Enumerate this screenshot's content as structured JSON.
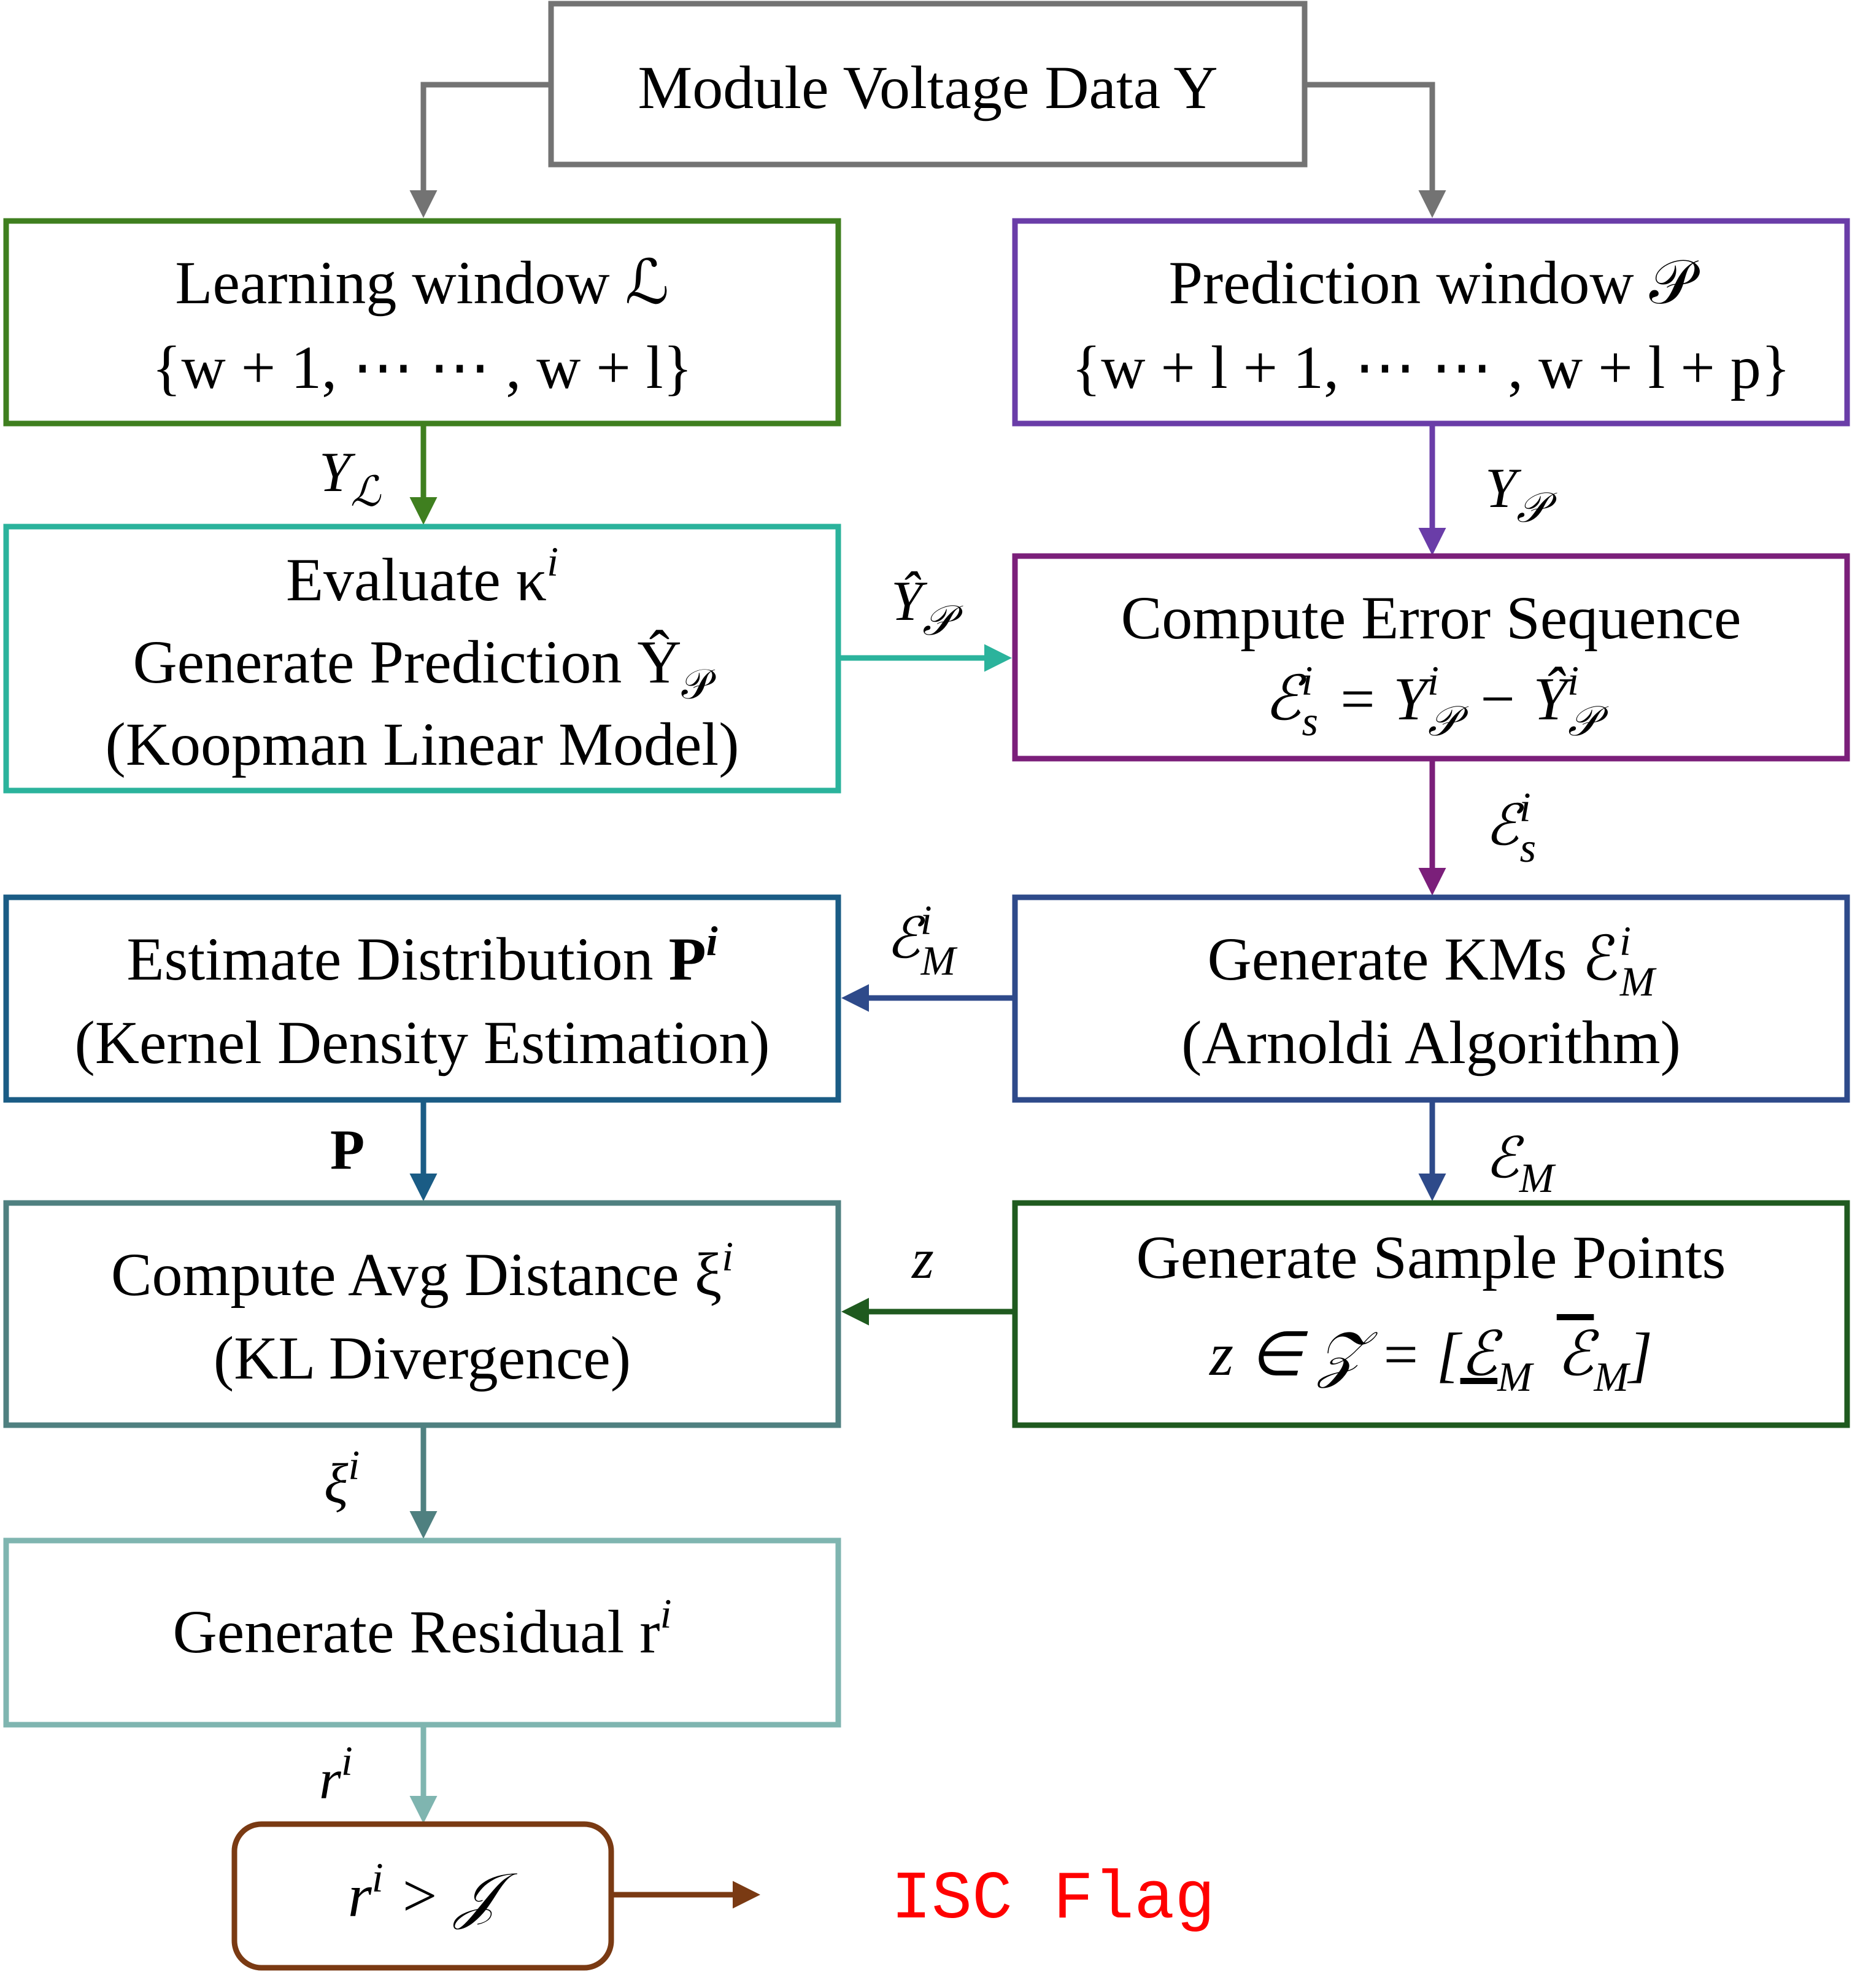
{
  "colors": {
    "gray": "#737373",
    "green": "#3f7f1f",
    "purple": "#6a3da8",
    "teal": "#2bb39c",
    "magenta": "#7b1f7a",
    "navy": "#2e4a8a",
    "blue": "#1a5c85",
    "deep_green": "#1f5a1f",
    "slate": "#4f8080",
    "light_teal": "#7fb5b0",
    "brown": "#7a3a13",
    "red": "#ff0000"
  },
  "nodes": {
    "module_voltage": {
      "line1": "Module Voltage Data Y"
    },
    "learning_window": {
      "line1": "Learning window ℒ",
      "line2": "{w + 1, ⋯ ⋯ , w + l}"
    },
    "prediction_window": {
      "line1": "Prediction window 𝒫",
      "line2": "{w + l + 1, ⋯ ⋯ , w + l + p}"
    },
    "evaluate": {
      "line1": "Evaluate κ",
      "line1_sup": "i",
      "line2": "Generate Prediction Ŷ",
      "line2_sub": "𝒫",
      "line3": "(Koopman Linear Model)"
    },
    "error_sequence": {
      "line1": "Compute Error Sequence",
      "line2": "ℰ",
      "line2_sup": "i",
      "line2_sub": "s",
      "line2_rest": "=  Y",
      "line2_rest_sup": "i",
      "line2_rest_sub": "𝒫",
      "line2_tail": "−  Ŷ",
      "line2_tail_sup": "i",
      "line2_tail_sub": "𝒫"
    },
    "estimate_distribution": {
      "line1": "Estimate Distribution ",
      "line1_bold": "P",
      "line1_sup": "i",
      "line2": "(Kernel Density Estimation)"
    },
    "generate_kms": {
      "line1": "Generate KMs ℰ",
      "line1_sup": "i",
      "line1_sub": "M",
      "line2": "(Arnoldi Algorithm)"
    },
    "avg_distance": {
      "line1": "Compute  Avg Distance ξ",
      "line1_sup": "i",
      "line2": "(KL Divergence)"
    },
    "sample_points": {
      "line1": "Generate Sample Points",
      "line2": "z ∈ 𝒵 = [",
      "line2_a": "ℰ",
      "line2_a_sub": "M",
      "line2_b": "ℰ",
      "line2_b_sub": "M",
      "line2_end": "]"
    },
    "residual": {
      "line1": "Generate Residual   r",
      "line1_sup": "i"
    },
    "threshold": {
      "line1": "r",
      "line1_sup": "i",
      "line1_rest": " > 𝒥"
    }
  },
  "edges": {
    "y_l": {
      "main": "Y",
      "sub": "ℒ"
    },
    "y_p": {
      "main": "Y",
      "sub": "𝒫"
    },
    "yhat_p": {
      "main": "Ŷ",
      "sub": "𝒫"
    },
    "eps_s": {
      "main": "ℰ",
      "sup": "i",
      "sub": "s"
    },
    "eps_m_i": {
      "main": "ℰ",
      "sup": "i",
      "sub": "M"
    },
    "eps_m": {
      "main": "ℰ",
      "sub": "M"
    },
    "p": {
      "main": "P"
    },
    "z": {
      "main": "z"
    },
    "xi": {
      "main": "ξ",
      "sup": "i"
    },
    "r": {
      "main": "r",
      "sup": "i"
    }
  },
  "output": {
    "flag": "ISC Flag"
  }
}
